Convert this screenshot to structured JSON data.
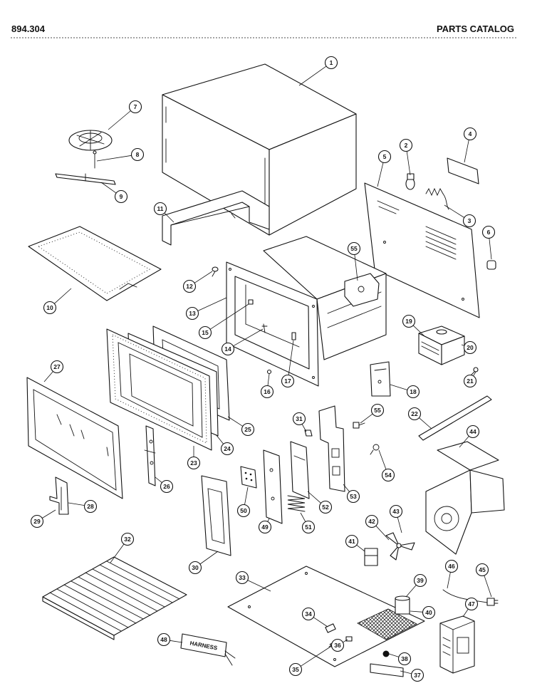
{
  "header": {
    "model_number": "894.304",
    "title": "PARTS CATALOG"
  },
  "callouts": [
    "1",
    "2",
    "3",
    "4",
    "5",
    "6",
    "7",
    "8",
    "9",
    "10",
    "11",
    "12",
    "13",
    "14",
    "15",
    "16",
    "17",
    "18",
    "19",
    "20",
    "21",
    "22",
    "23",
    "24",
    "25",
    "26",
    "27",
    "28",
    "29",
    "30",
    "31",
    "32",
    "33",
    "34",
    "35",
    "36",
    "37",
    "38",
    "39",
    "40",
    "41",
    "42",
    "43",
    "44",
    "45",
    "46",
    "47",
    "48",
    "49",
    "50",
    "51",
    "52",
    "53",
    "54",
    "55",
    "55"
  ],
  "labels": {
    "harness": "HARNESS"
  }
}
